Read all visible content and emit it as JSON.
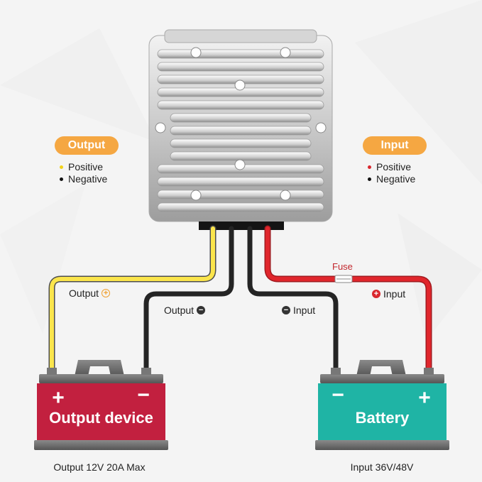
{
  "legends": {
    "output": {
      "title": "Output",
      "items": [
        {
          "label": "Positive",
          "color": "#f2d21a"
        },
        {
          "label": "Negative",
          "color": "#111111"
        }
      ]
    },
    "input": {
      "title": "Input",
      "items": [
        {
          "label": "Positive",
          "color": "#d9272e"
        },
        {
          "label": "Negative",
          "color": "#111111"
        }
      ]
    }
  },
  "wires": {
    "output_pos": {
      "label": "Output",
      "symbol": "+",
      "color": "#fbe54c"
    },
    "output_neg": {
      "label": "Output",
      "symbol": "−",
      "color": "#222222"
    },
    "input_neg": {
      "label": "Input",
      "symbol": "−",
      "color": "#222222"
    },
    "input_pos": {
      "label": "Input",
      "symbol": "+",
      "color": "#e0262c"
    }
  },
  "fuse": {
    "label": "Fuse"
  },
  "devices": {
    "output": {
      "title": "Output device",
      "plus": "+",
      "minus": "−",
      "caption": "Output 12V 20A Max",
      "color": "#c2203f"
    },
    "battery": {
      "title": "Battery",
      "plus": "+",
      "minus": "−",
      "caption": "Input 36V/48V",
      "color": "#1fb4a5"
    }
  }
}
